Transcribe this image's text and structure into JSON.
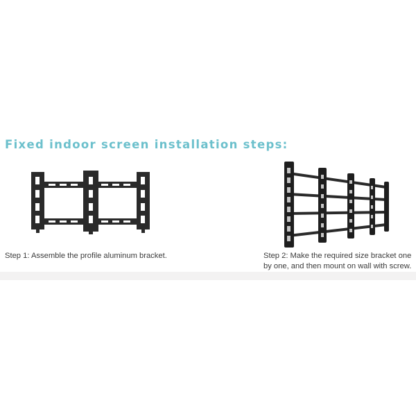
{
  "title": "Fixed indoor screen installation steps:",
  "colors": {
    "title": "#6cc0cc",
    "bracket": "#2a2a2a",
    "caption": "#3a3a3a",
    "band": "#f3f2f2"
  },
  "steps": [
    {
      "caption": "Step 1: Assemble the profile aluminum bracket.",
      "image": "profile-aluminum-bracket-assembly"
    },
    {
      "caption": "Step 2: Make the required size bracket one by one, and then mount on wall with screw.",
      "image": "wall-mounted-bracket-array"
    }
  ]
}
